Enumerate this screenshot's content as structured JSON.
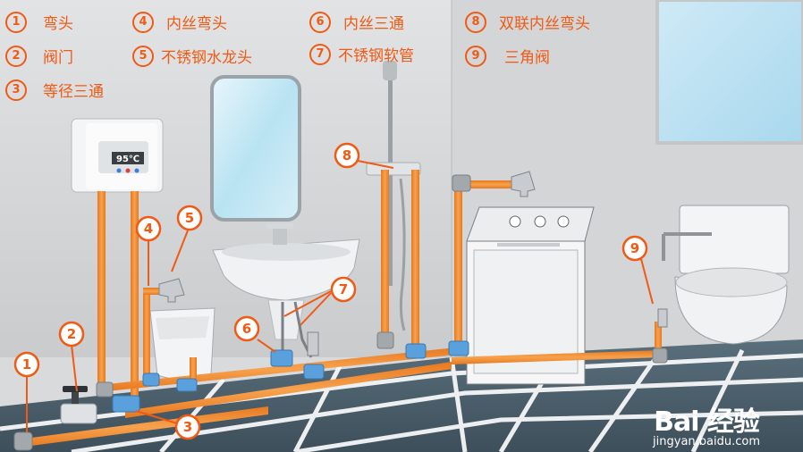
{
  "legend": [
    {
      "num": "1",
      "label": "弯头"
    },
    {
      "num": "2",
      "label": "阀门"
    },
    {
      "num": "3",
      "label": "等径三通"
    },
    {
      "num": "4",
      "label": "内丝弯头"
    },
    {
      "num": "5",
      "label": "不锈钢水龙头"
    },
    {
      "num": "6",
      "label": "内丝三通"
    },
    {
      "num": "7",
      "label": "不锈钢软管"
    },
    {
      "num": "8",
      "label": "双联内丝弯头"
    },
    {
      "num": "9",
      "label": "三角阀"
    }
  ],
  "heater_display": "95℃",
  "watermark": {
    "brand": "Bai  经验",
    "url": "jingyan.baidu.com"
  },
  "colors": {
    "pipe": "#f08c32",
    "fitting": "#5aa0dc",
    "marker": "#f05a14",
    "floor": "#4a5f6e"
  }
}
